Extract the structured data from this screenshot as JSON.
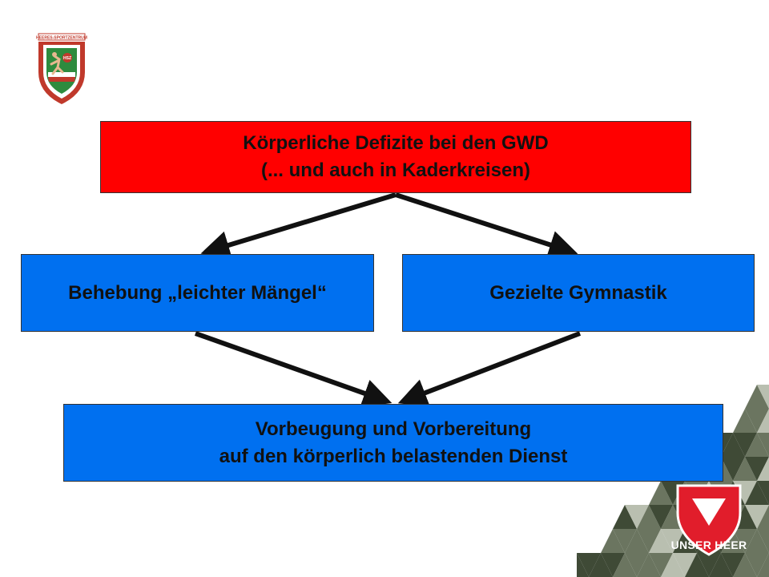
{
  "colors": {
    "top_box": "#ff0000",
    "middle_boxes": "#0070f0",
    "bottom_box": "#0070f0",
    "arrows": "#111111",
    "camo_dark": "#3f4a36",
    "camo_mid": "#6b7560",
    "camo_light": "#b9bfb0",
    "brand_red": "#e11d2b"
  },
  "diagram": {
    "top": {
      "line1": "Körperliche Defizite bei den GWD",
      "line2": "(... und auch in Kaderkreisen)"
    },
    "left": {
      "label": "Behebung „leichter Mängel“"
    },
    "right": {
      "label": "Gezielte Gymnastik"
    },
    "bottom": {
      "line1": "Vorbeugung und Vorbereitung",
      "line2": "auf den körperlich belastenden Dienst"
    }
  },
  "logos": {
    "top_left": {
      "icon": "heeres-sportzentrum-crest-icon",
      "text": "HEERES-SPORTZENTRUM",
      "inner_text": "HSZ"
    },
    "bottom_right": {
      "icon": "unser-heer-shield-icon",
      "label": "UNSER HEER"
    }
  }
}
